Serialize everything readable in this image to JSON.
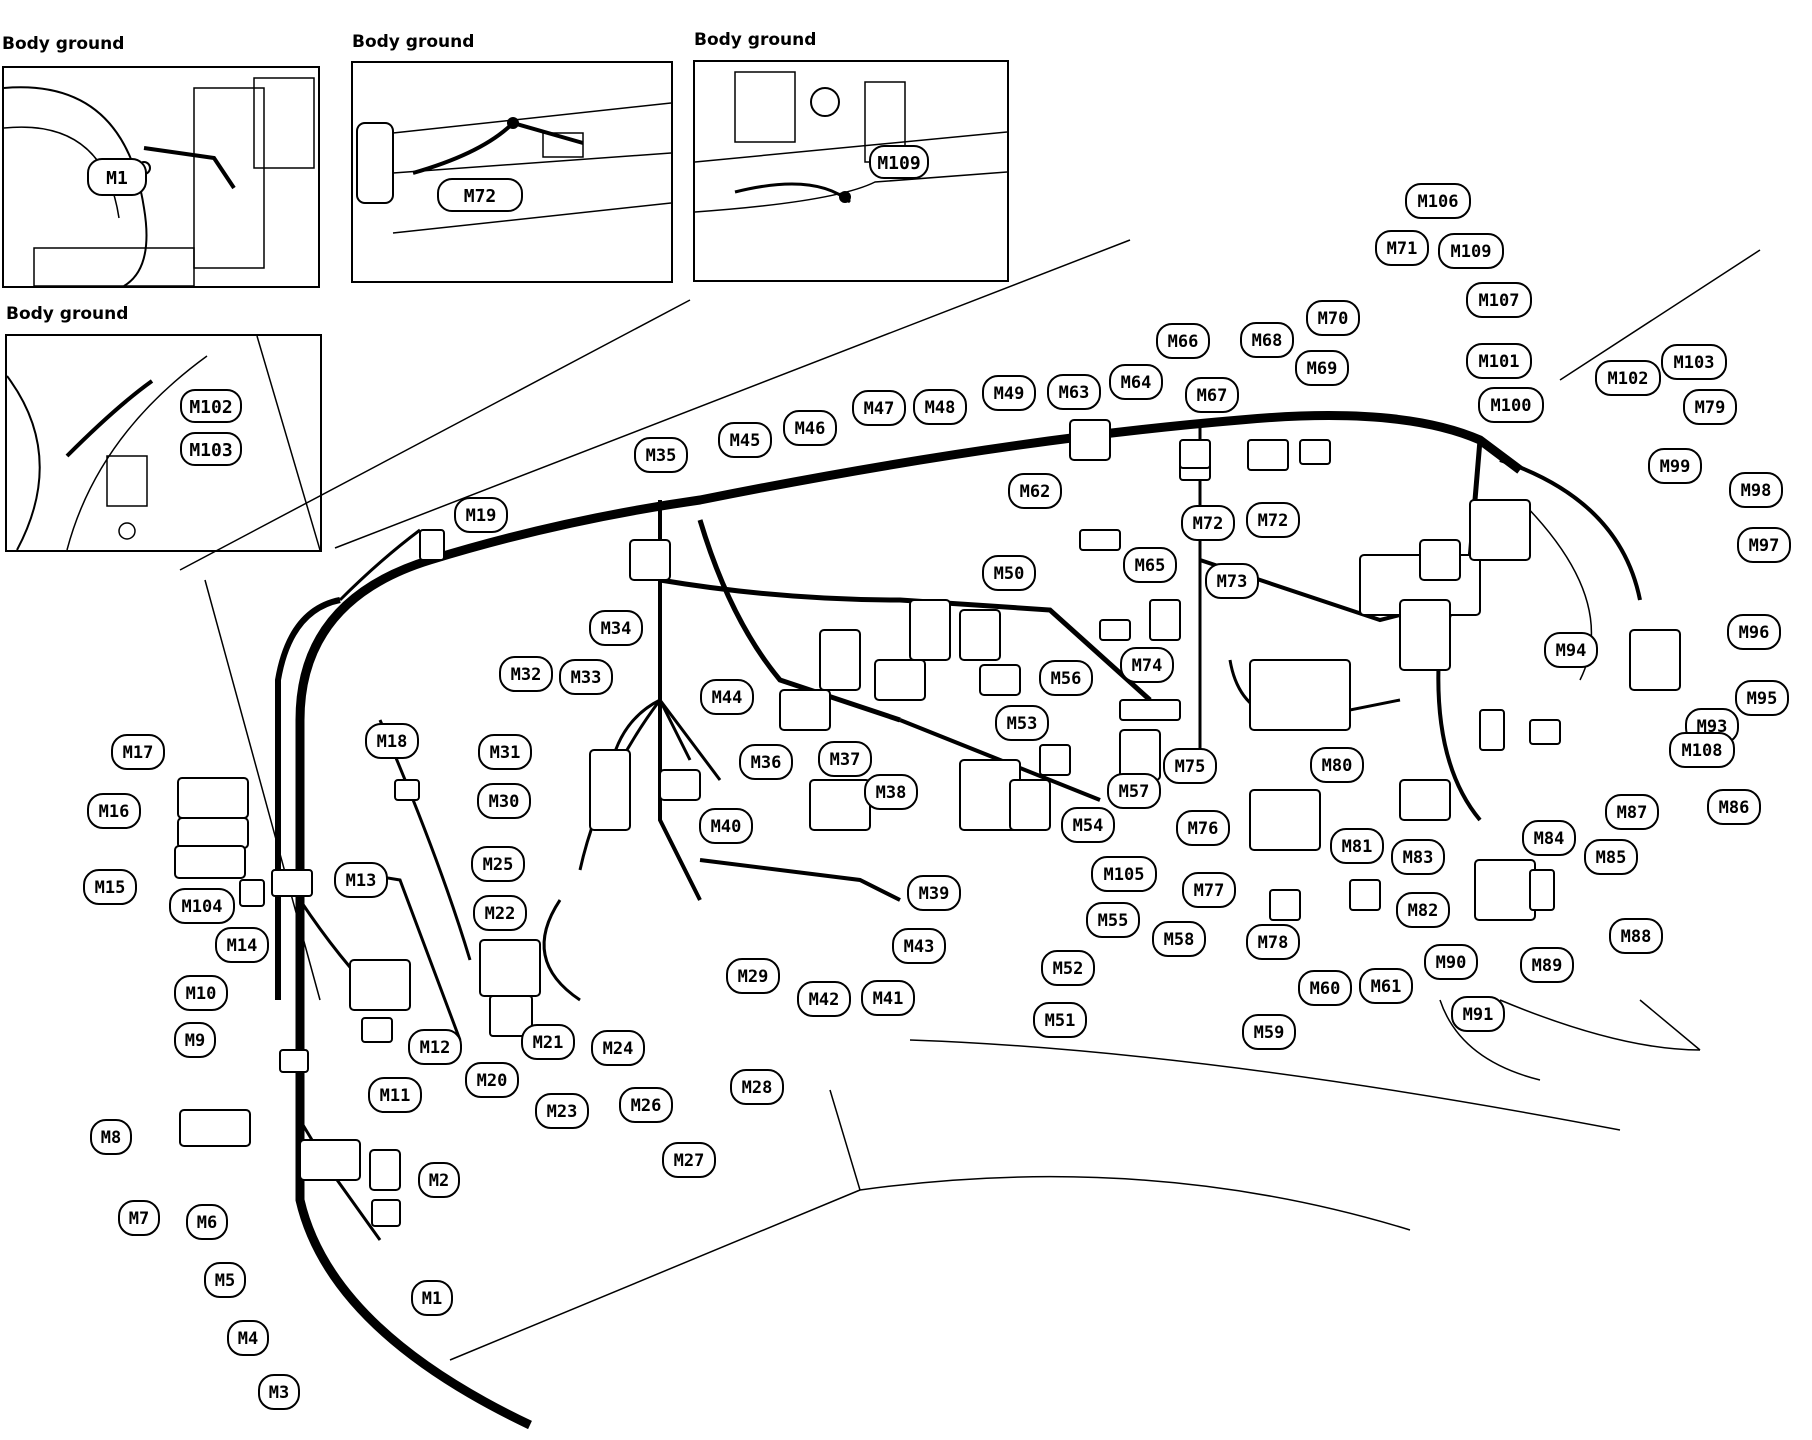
{
  "insets": [
    {
      "title": "Body ground",
      "labels": [
        "M1"
      ]
    },
    {
      "title": "Body ground",
      "labels": [
        "M72"
      ]
    },
    {
      "title": "Body ground",
      "labels": [
        "M109"
      ]
    },
    {
      "title": "Body ground",
      "labels": [
        "M102",
        "M103"
      ]
    }
  ],
  "connectors": [
    "M1",
    "M2",
    "M3",
    "M4",
    "M5",
    "M6",
    "M7",
    "M8",
    "M9",
    "M10",
    "M11",
    "M12",
    "M13",
    "M14",
    "M15",
    "M16",
    "M17",
    "M18",
    "M19",
    "M20",
    "M21",
    "M22",
    "M23",
    "M24",
    "M25",
    "M26",
    "M27",
    "M28",
    "M29",
    "M30",
    "M31",
    "M32",
    "M33",
    "M34",
    "M35",
    "M36",
    "M37",
    "M38",
    "M39",
    "M40",
    "M41",
    "M42",
    "M43",
    "M44",
    "M45",
    "M46",
    "M47",
    "M48",
    "M49",
    "M50",
    "M51",
    "M52",
    "M53",
    "M54",
    "M55",
    "M56",
    "M57",
    "M58",
    "M59",
    "M60",
    "M61",
    "M62",
    "M63",
    "M64",
    "M65",
    "M66",
    "M67",
    "M68",
    "M69",
    "M70",
    "M71",
    "M72",
    "M72",
    "M73",
    "M74",
    "M75",
    "M76",
    "M77",
    "M78",
    "M79",
    "M80",
    "M81",
    "M82",
    "M83",
    "M84",
    "M85",
    "M86",
    "M87",
    "M88",
    "M89",
    "M90",
    "M91",
    "M93",
    "M94",
    "M95",
    "M96",
    "M97",
    "M98",
    "M99",
    "M100",
    "M101",
    "M102",
    "M103",
    "M104",
    "M105",
    "M106",
    "M107",
    "M108",
    "M109"
  ]
}
